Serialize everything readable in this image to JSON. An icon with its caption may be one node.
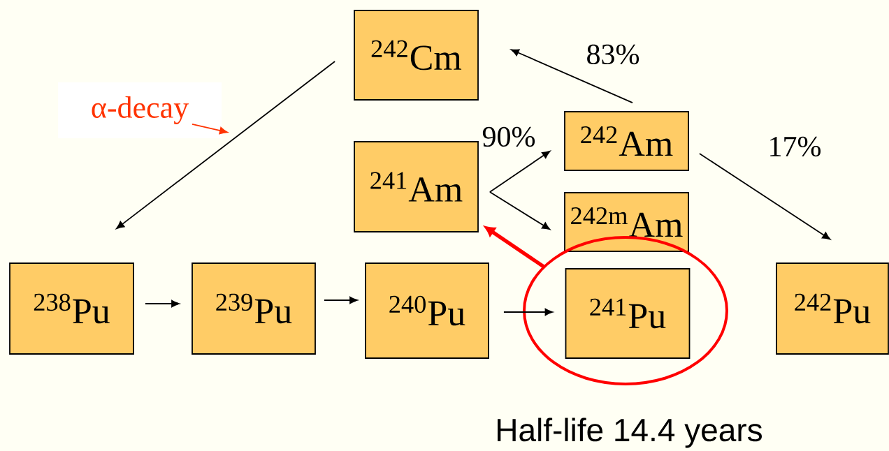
{
  "diagram": {
    "nodes": [
      {
        "text": [
          "$^{242}$Cm"
        ]
      },
      {
        "text": [
          "$^{241}$Am"
        ]
      },
      {
        "text": [
          "$^{242}$Am"
        ]
      },
      {
        "text": [
          "$^{242m}$Am"
        ]
      },
      {
        "text": [
          "$^{238}$Pu"
        ]
      },
      {
        "text": [
          "$^{239}$Pu"
        ]
      },
      {
        "text": [
          "$^{240}$Pu"
        ]
      },
      {
        "text": [],
        "shape": "ellipse"
      },
      {
        "text": [
          "$^{241}$Pu"
        ],
        "in": 7,
        "beside": [
          "Half-life 14.4 years"
        ]
      },
      {
        "text": [
          "$^{242}$Pu"
        ]
      },
      {
        "text": [
          "α-decay"
        ]
      }
    ],
    "edges": [
      {
        "from": 0,
        "to": 4,
        "arrow": "to"
      },
      {
        "from": 4,
        "to": 5,
        "arrow": "to"
      },
      {
        "from": 5,
        "to": 6,
        "arrow": "to"
      },
      {
        "from": 6,
        "to": 8,
        "arrow": "to"
      },
      {
        "from": 1,
        "to": 2,
        "arrow": "to",
        "label": "90%"
      },
      {
        "from": 1,
        "to": 3,
        "arrow": "to"
      },
      {
        "from": 2,
        "to": 0,
        "arrow": "to",
        "label": "83%"
      },
      {
        "from": 2,
        "to": 9,
        "arrow": "to",
        "label": "17%"
      },
      {
        "from": 7,
        "to": 1,
        "arrow": "to",
        "style": "thick",
        "color": "#ff0000"
      },
      {
        "from": 10,
        "to": null,
        "arrow": "to",
        "color": "#ff3300"
      }
    ]
  }
}
